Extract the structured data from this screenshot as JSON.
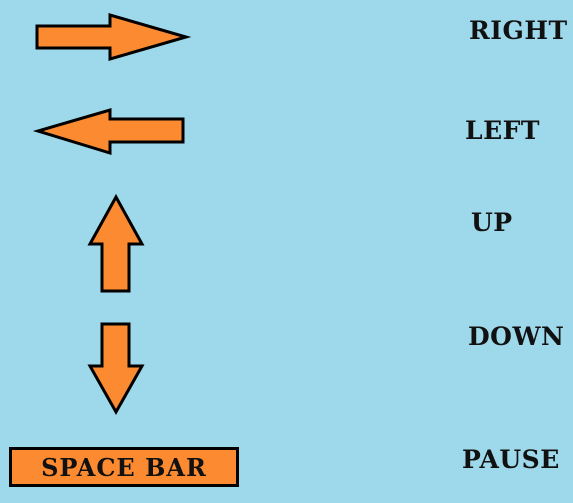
{
  "controls": [
    {
      "key_icon": "arrow-right-icon",
      "action": "RIGHT"
    },
    {
      "key_icon": "arrow-left-icon",
      "action": "LEFT"
    },
    {
      "key_icon": "arrow-up-icon",
      "action": "UP"
    },
    {
      "key_icon": "arrow-down-icon",
      "action": "DOWN"
    },
    {
      "key_label": "SPACE BAR",
      "action": "PAUSE"
    }
  ],
  "colors": {
    "background": "#9ed8eb",
    "key_fill": "#fb8a31",
    "outline": "#000000"
  }
}
